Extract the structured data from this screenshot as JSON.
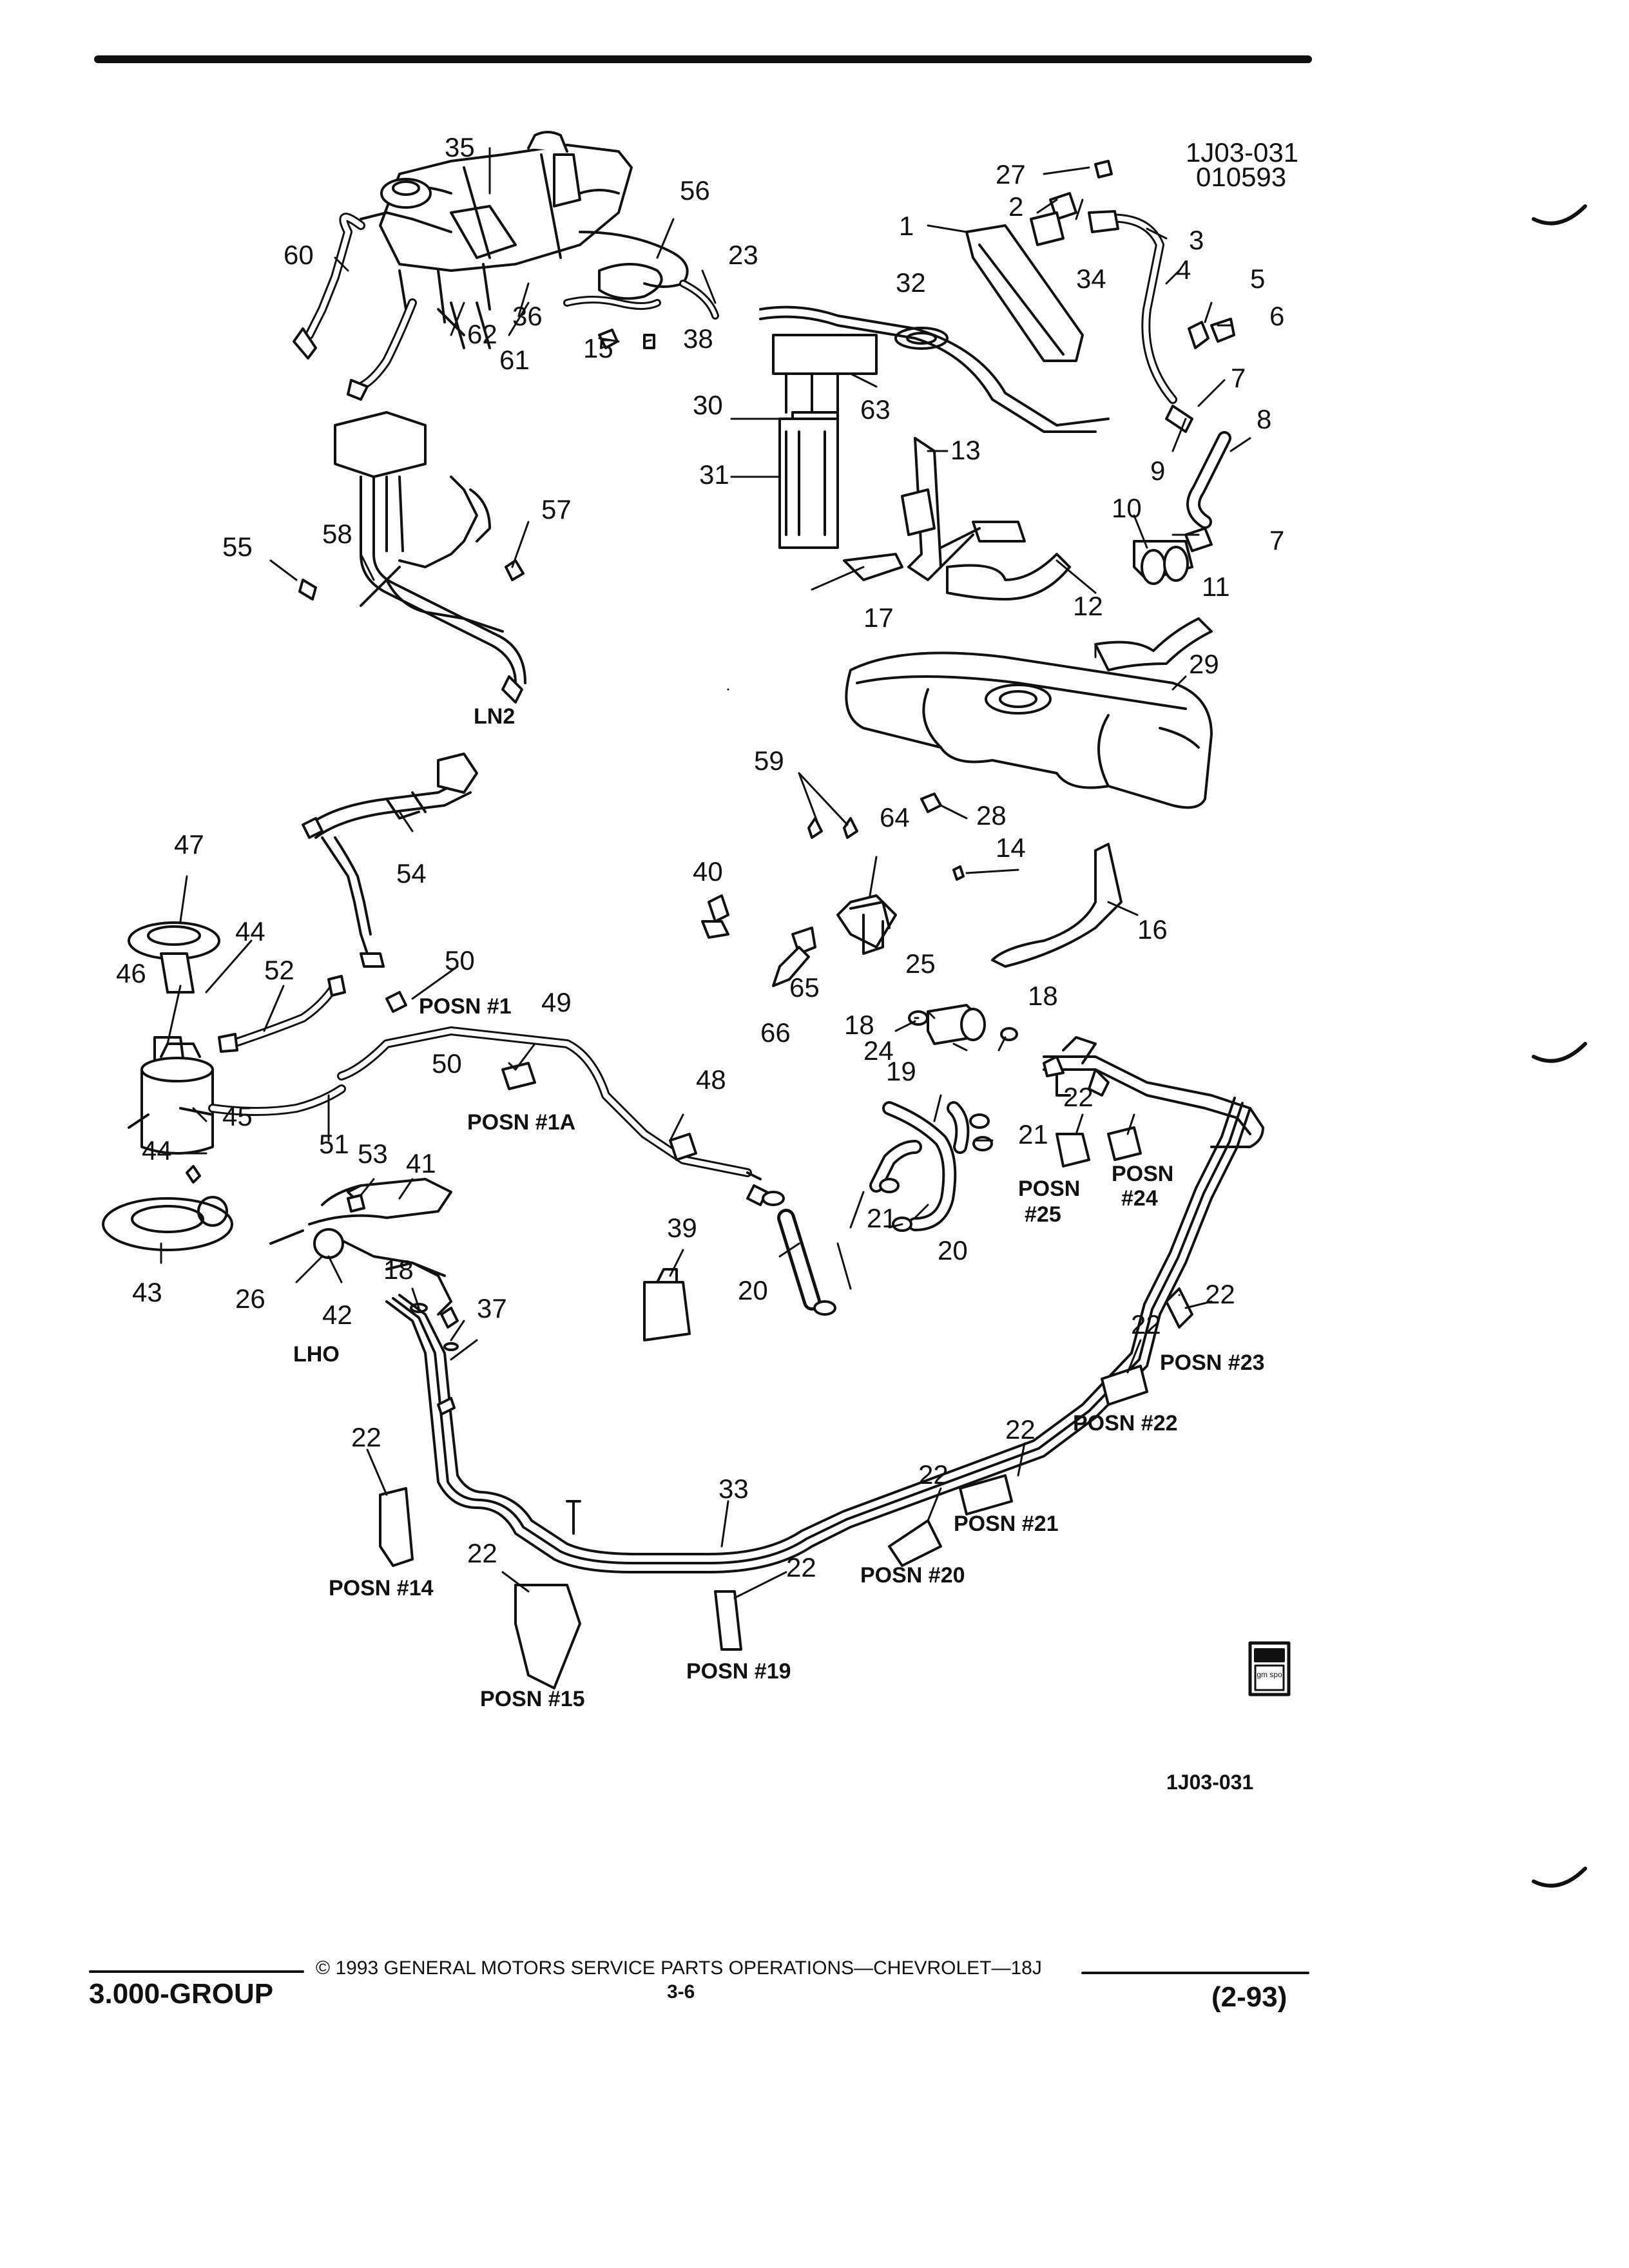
{
  "header": {
    "drawing_id": "1J03-031",
    "date_code": "010593"
  },
  "diagram_id_bottom": "1J03-031",
  "engine_variants": {
    "ln2": "LN2",
    "lho": "LHO"
  },
  "callouts": {
    "c1": "1",
    "c2": "2",
    "c3": "3",
    "c4": "4",
    "c5": "5",
    "c6": "6",
    "c7a": "7",
    "c7b": "7",
    "c8": "8",
    "c9": "9",
    "c10": "10",
    "c11": "11",
    "c12": "12",
    "c13": "13",
    "c14": "14",
    "c15": "15",
    "c16": "16",
    "c17": "17",
    "c18a": "18",
    "c18b": "18",
    "c18c": "18",
    "c19": "19",
    "c20a": "20",
    "c20b": "20",
    "c21a": "21",
    "c21b": "21",
    "c21c": "21",
    "c22a": "22",
    "c22b": "22",
    "c22c": "22",
    "c22d": "22",
    "c22e": "22",
    "c22f": "22",
    "c22g": "22",
    "c22h": "22",
    "c22i": "22",
    "c23": "23",
    "c24": "24",
    "c25": "25",
    "c26": "26",
    "c27": "27",
    "c28": "28",
    "c29": "29",
    "c30": "30",
    "c31": "31",
    "c32": "32",
    "c33": "33",
    "c34": "34",
    "c35": "35",
    "c36": "36",
    "c37": "37",
    "c38": "38",
    "c39": "39",
    "c40": "40",
    "c41": "41",
    "c42": "42",
    "c43": "43",
    "c44a": "44",
    "c44b": "44",
    "c45": "45",
    "c46": "46",
    "c47": "47",
    "c48": "48",
    "c49": "49",
    "c50a": "50",
    "c50b": "50",
    "c51": "51",
    "c52": "52",
    "c53": "53",
    "c54": "54",
    "c55": "55",
    "c56": "56",
    "c57": "57",
    "c58": "58",
    "c59": "59",
    "c60": "60",
    "c61": "61",
    "c62": "62",
    "c63": "63",
    "c64": "64",
    "c65": "65",
    "c66": "66"
  },
  "positions_labels": {
    "p1": "POSN #1",
    "p1a": "POSN #1A",
    "p14": "POSN #14",
    "p15": "POSN #15",
    "p19": "POSN #19",
    "p20": "POSN #20",
    "p21": "POSN #21",
    "p22": "POSN #22",
    "p23": "POSN #23",
    "p24a": "POSN",
    "p24b": "#24",
    "p25a": "POSN",
    "p25b": "#25"
  },
  "logo_text": "gm spo",
  "footer": {
    "group": "3.000-GROUP",
    "copyright": "© 1993 GENERAL MOTORS SERVICE PARTS OPERATIONS—CHEVROLET—18J",
    "page": "3-6",
    "revision": "(2-93)"
  }
}
